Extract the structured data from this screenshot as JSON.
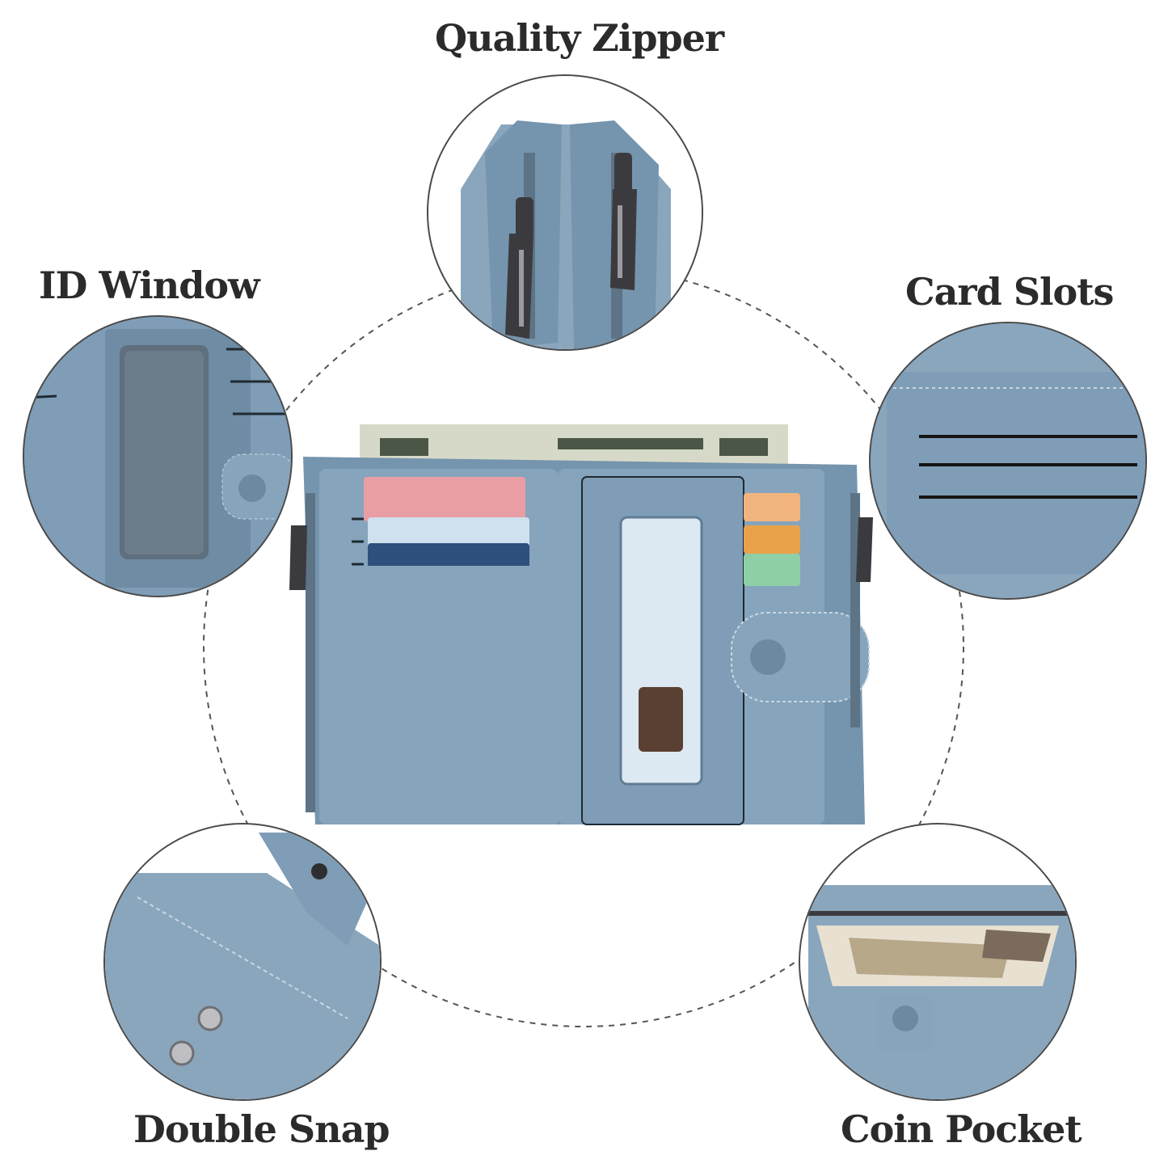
{
  "labels": {
    "quality_zipper": "Quality Zipper",
    "id_window": "ID Window",
    "card_slots": "Card Slots",
    "double_snap": "Double Snap",
    "coin_pocket": "Coin Pocket"
  },
  "colors": {
    "leather": "#7f9db6",
    "leather_dark": "#5f7d95",
    "leather_light": "#a9c0d2",
    "stitch": "#c9d7e2",
    "text": "#2b2b2b",
    "zipper_metal": "#3b3b3f",
    "guide_circle": "#555555"
  },
  "images": {
    "center": "blue-bifold-wallet-open",
    "top": "zipper-pulls-closeup",
    "left": "id-window-closeup",
    "right": "card-slots-closeup",
    "bottom_left": "snap-buttons-closeup",
    "bottom_right": "coin-pocket-closeup"
  }
}
